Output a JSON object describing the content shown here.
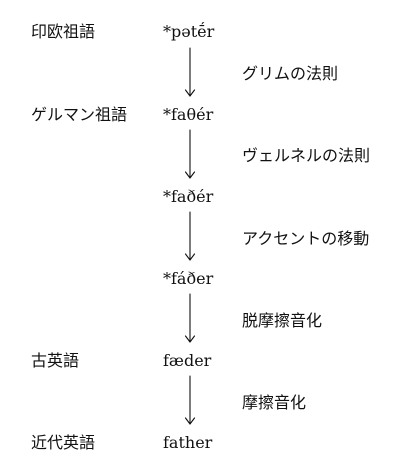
{
  "colors": {
    "ink": "#111111",
    "background": "#ffffff"
  },
  "stages": [
    {
      "language": "印欧祖語",
      "form": "*pətḗr"
    },
    {
      "language": "ゲルマン祖語",
      "form": "*faθér"
    },
    {
      "language": "",
      "form": "*faðér"
    },
    {
      "language": "",
      "form": "*fáðer"
    },
    {
      "language": "古英語",
      "form": "fæder"
    },
    {
      "language": "近代英語",
      "form": "father"
    }
  ],
  "rules": [
    "グリムの法則",
    "ヴェルネルの法則",
    "アクセントの移動",
    "脱摩擦音化",
    "摩擦音化"
  ]
}
